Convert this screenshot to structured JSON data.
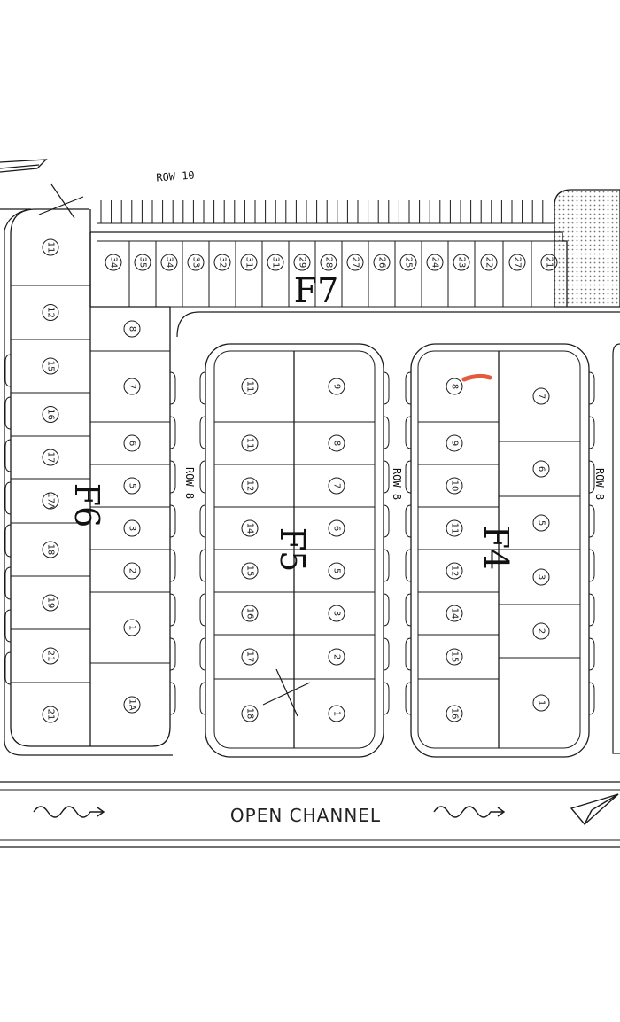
{
  "blocks": {
    "F7": {
      "label": "F7",
      "lots": [
        "34",
        "35",
        "34",
        "33",
        "32",
        "31",
        "31",
        "29",
        "28",
        "27",
        "26",
        "25",
        "24",
        "23",
        "22",
        "27",
        "21"
      ]
    },
    "F6": {
      "label": "F6",
      "left_lots": [
        "11",
        "12",
        "15",
        "16",
        "17",
        "17A",
        "18",
        "19",
        "21",
        "21"
      ],
      "right_lots": [
        "8",
        "7",
        "6",
        "5",
        "3",
        "2",
        "1",
        "1A"
      ]
    },
    "F5": {
      "label": "F5",
      "left_lots": [
        "11",
        "11",
        "12",
        "14",
        "15",
        "16",
        "17",
        "18"
      ],
      "right_lots": [
        "9",
        "8",
        "7",
        "6",
        "5",
        "3",
        "2",
        "1"
      ]
    },
    "F4": {
      "label": "F4",
      "left_lots": [
        "8",
        "9",
        "10",
        "11",
        "12",
        "14",
        "15",
        "16"
      ],
      "right_lots": [
        "7",
        "6",
        "5",
        "3",
        "2",
        "1"
      ]
    }
  },
  "row_labels": {
    "row10": "ROW 10",
    "row8": "ROW 8"
  },
  "channel": {
    "label": "OPEN CHANNEL"
  },
  "colors": {
    "line": "#1a1a1a",
    "highlight": "#e25b3c",
    "hatch": "#777777"
  }
}
